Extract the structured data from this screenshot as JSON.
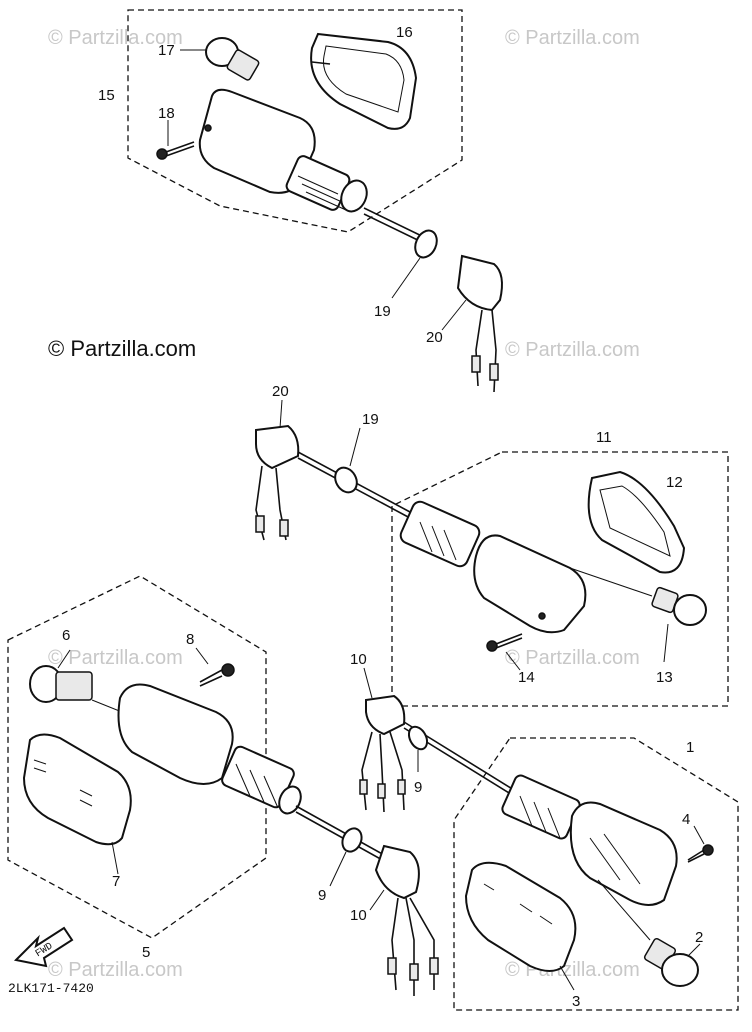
{
  "diagram": {
    "code": "2LK171-7420",
    "fwd_label": "FWD"
  },
  "watermarks": {
    "main": "© Partzilla.com",
    "faint": "© Partzilla.com"
  },
  "callouts": {
    "c1": "1",
    "c2": "2",
    "c3": "3",
    "c4": "4",
    "c5": "5",
    "c6": "6",
    "c7": "7",
    "c8": "8",
    "c9a": "9",
    "c9b": "9",
    "c10a": "10",
    "c10b": "10",
    "c11": "11",
    "c12": "12",
    "c13": "13",
    "c14": "14",
    "c15": "15",
    "c16": "16",
    "c17": "17",
    "c18": "18",
    "c19a": "19",
    "c19b": "19",
    "c20a": "20",
    "c20b": "20"
  }
}
